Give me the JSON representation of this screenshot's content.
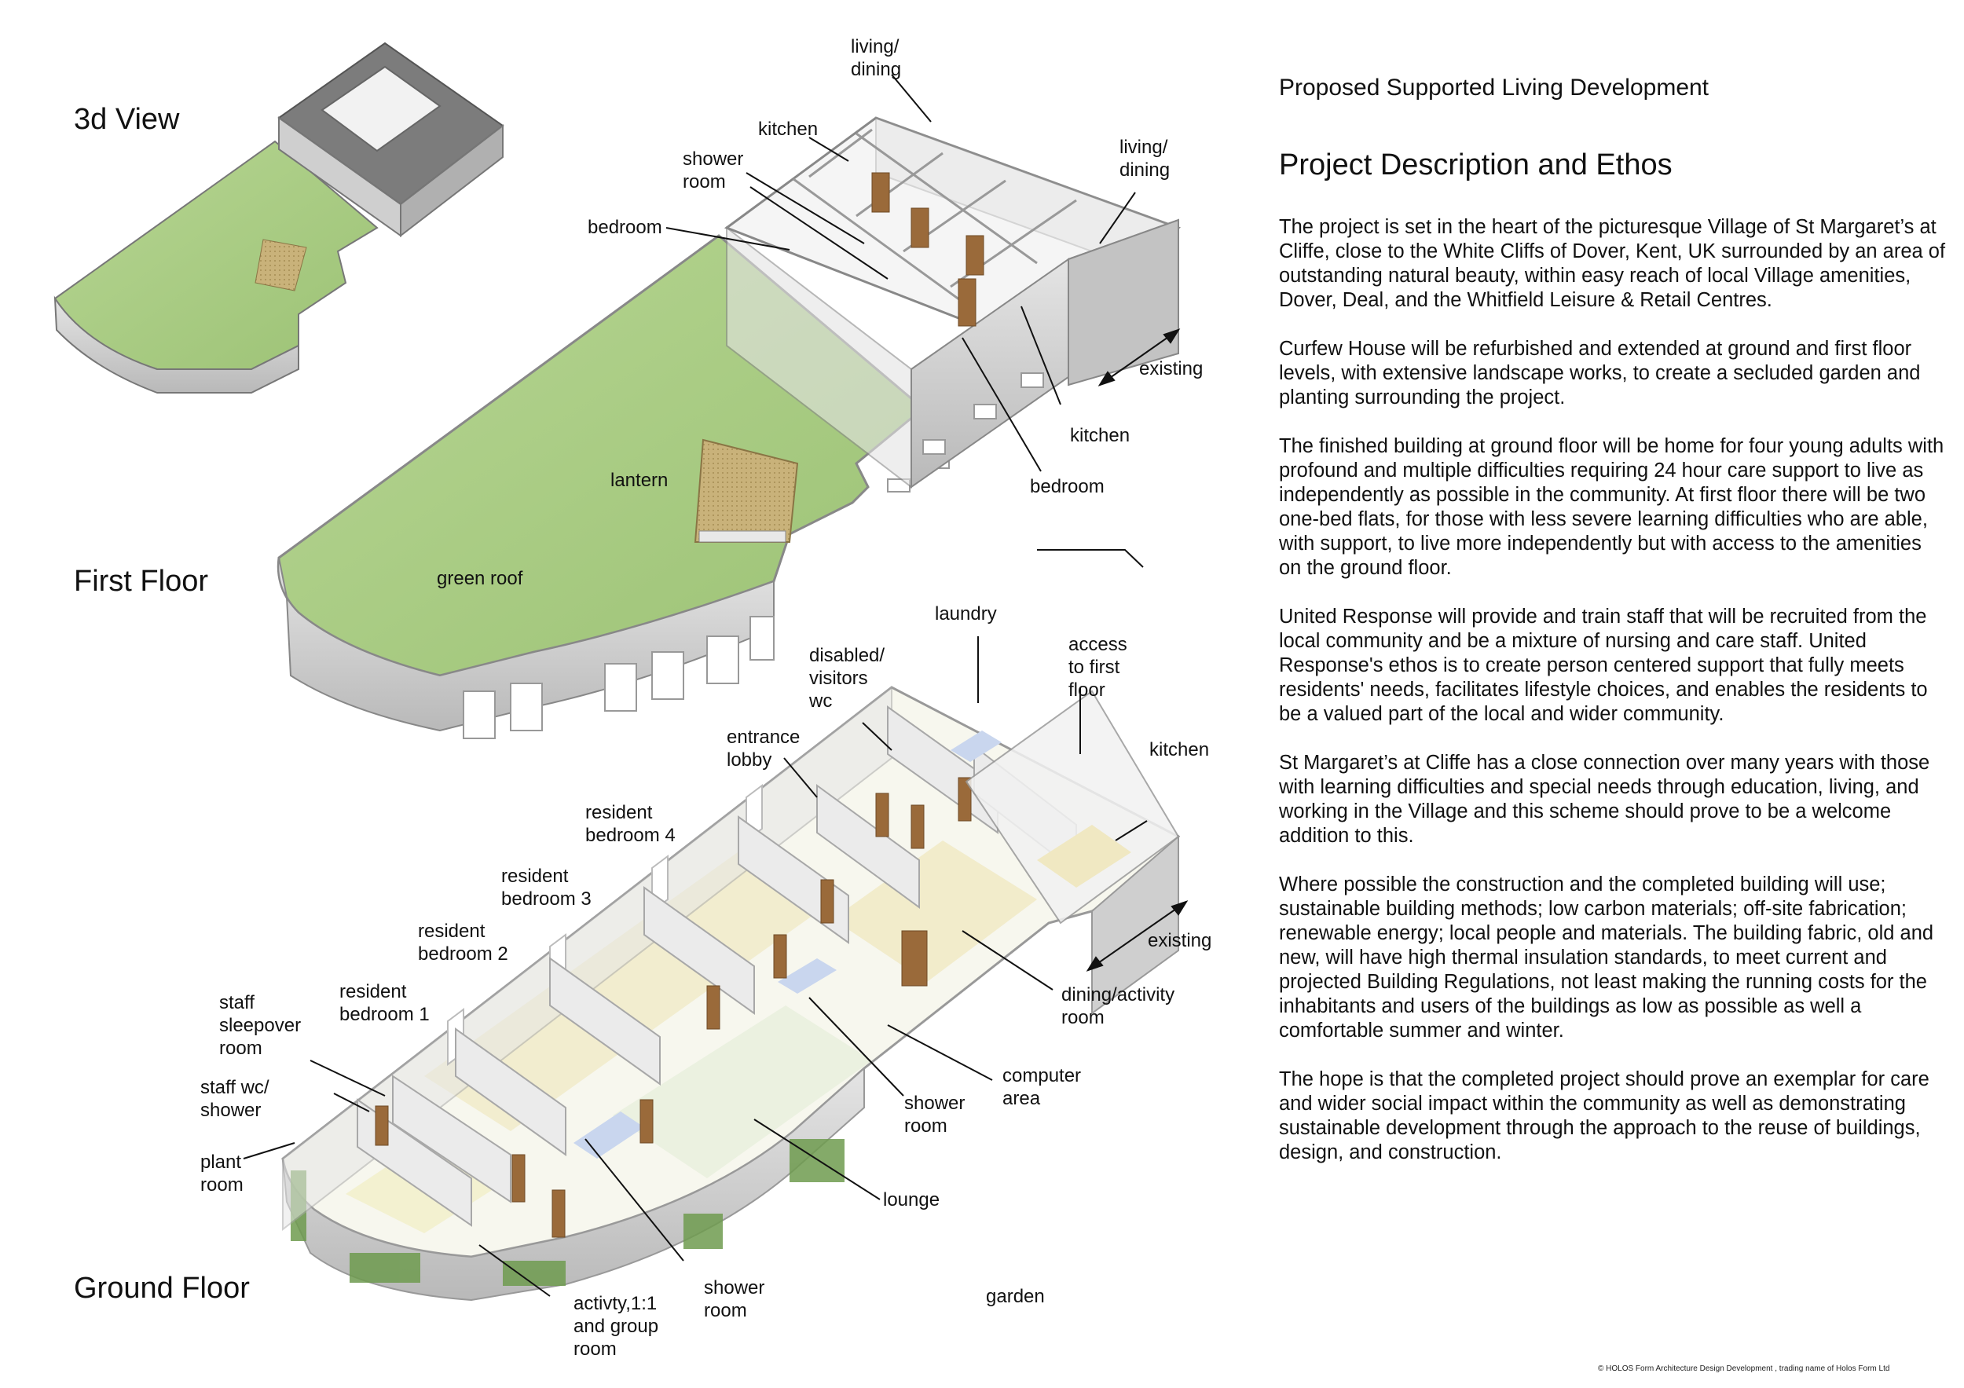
{
  "sections": {
    "view3d": "3d View",
    "first_floor": "First Floor",
    "ground_floor": "Ground Floor"
  },
  "first_floor_labels": {
    "living_dining_top": "living/\ndining",
    "kitchen_top": "kitchen",
    "shower_room": "shower\nroom",
    "bedroom_left": "bedroom",
    "living_dining_right": "living/\ndining",
    "existing": "existing",
    "kitchen_right": "kitchen",
    "bedroom_right": "bedroom",
    "lantern": "lantern",
    "green_roof": "green roof"
  },
  "ground_floor_labels": {
    "laundry": "laundry",
    "disabled_wc": "disabled/\nvisitors\nwc",
    "access_first_floor": "access\nto first\nfloor",
    "kitchen": "kitchen",
    "entrance_lobby": "entrance\nlobby",
    "resident_bedroom_4": "resident\nbedroom 4",
    "resident_bedroom_3": "resident\nbedroom 3",
    "resident_bedroom_2": "resident\nbedroom 2",
    "resident_bedroom_1": "resident\nbedroom 1",
    "staff_sleepover": "staff\nsleepover\nroom",
    "staff_wc": "staff wc/\nshower",
    "plant_room": "plant\nroom",
    "existing": "existing",
    "dining_activity": "dining/activity\nroom",
    "computer_area": "computer\narea",
    "shower_room_right": "shower\nroom",
    "lounge": "lounge",
    "shower_room_bottom": "shower\nroom",
    "activity_room": "activty,1:1\nand group\nroom",
    "garden": "garden"
  },
  "document": {
    "subtitle": "Proposed Supported Living Development",
    "heading": "Project Description and Ethos",
    "paragraphs": [
      "The project is set in the heart of the picturesque Village of St Margaret’s at Cliffe, close to the White Cliffs of Dover, Kent, UK surrounded by an area of outstanding natural beauty, within easy reach of local Village amenities, Dover, Deal, and the Whitfield Leisure & Retail Centres.",
      "Curfew House will be refurbished and extended at ground and first floor levels, with extensive landscape works, to create a secluded garden and planting surrounding the project.",
      "The finished building at ground floor will be home for four young adults with profound and multiple difficulties requiring 24 hour care support to live as independently as possible in the community. At first floor there will be two one-bed flats, for those with less severe learning difficulties who are able, with support, to live more independently but with access to the amenities on the ground floor.",
      "United Response will provide and train staff that will be recruited from the local community and be a mixture of nursing and care staff. United Response's ethos is to create person centered support that fully meets residents' needs, facilitates lifestyle choices, and enables the residents to be a valued part of the local and wider community.",
      "St Margaret’s at Cliffe has a close connection over many years with those with learning difficulties and special needs through education, living, and working in the Village and this scheme should prove to be a welcome addition to this.",
      "Where possible the construction and the completed building will use; sustainable building methods; low carbon materials; off-site fabrication; renewable energy; local people and materials. The building fabric, old and new, will have high thermal insulation standards, to meet current and projected Building Regulations, not least making the running costs for the inhabitants and users of the buildings as low as possible as well a comfortable summer and winter.",
      "The hope is that the completed project should prove an exemplar for care and wider social impact within the community as well as demonstrating sustainable development through the approach to the reuse of buildings, design, and construction."
    ]
  },
  "copyright": "© HOLOS Form Architecture Design Development , trading name of  Holos Form Ltd",
  "colors": {
    "green_roof": "#a9cc84",
    "wall_grey": "#d6d6d6",
    "door_wood": "#9a6a3a",
    "floor_cream": "#efe8bf",
    "roof_slate": "#7c7c7c"
  }
}
